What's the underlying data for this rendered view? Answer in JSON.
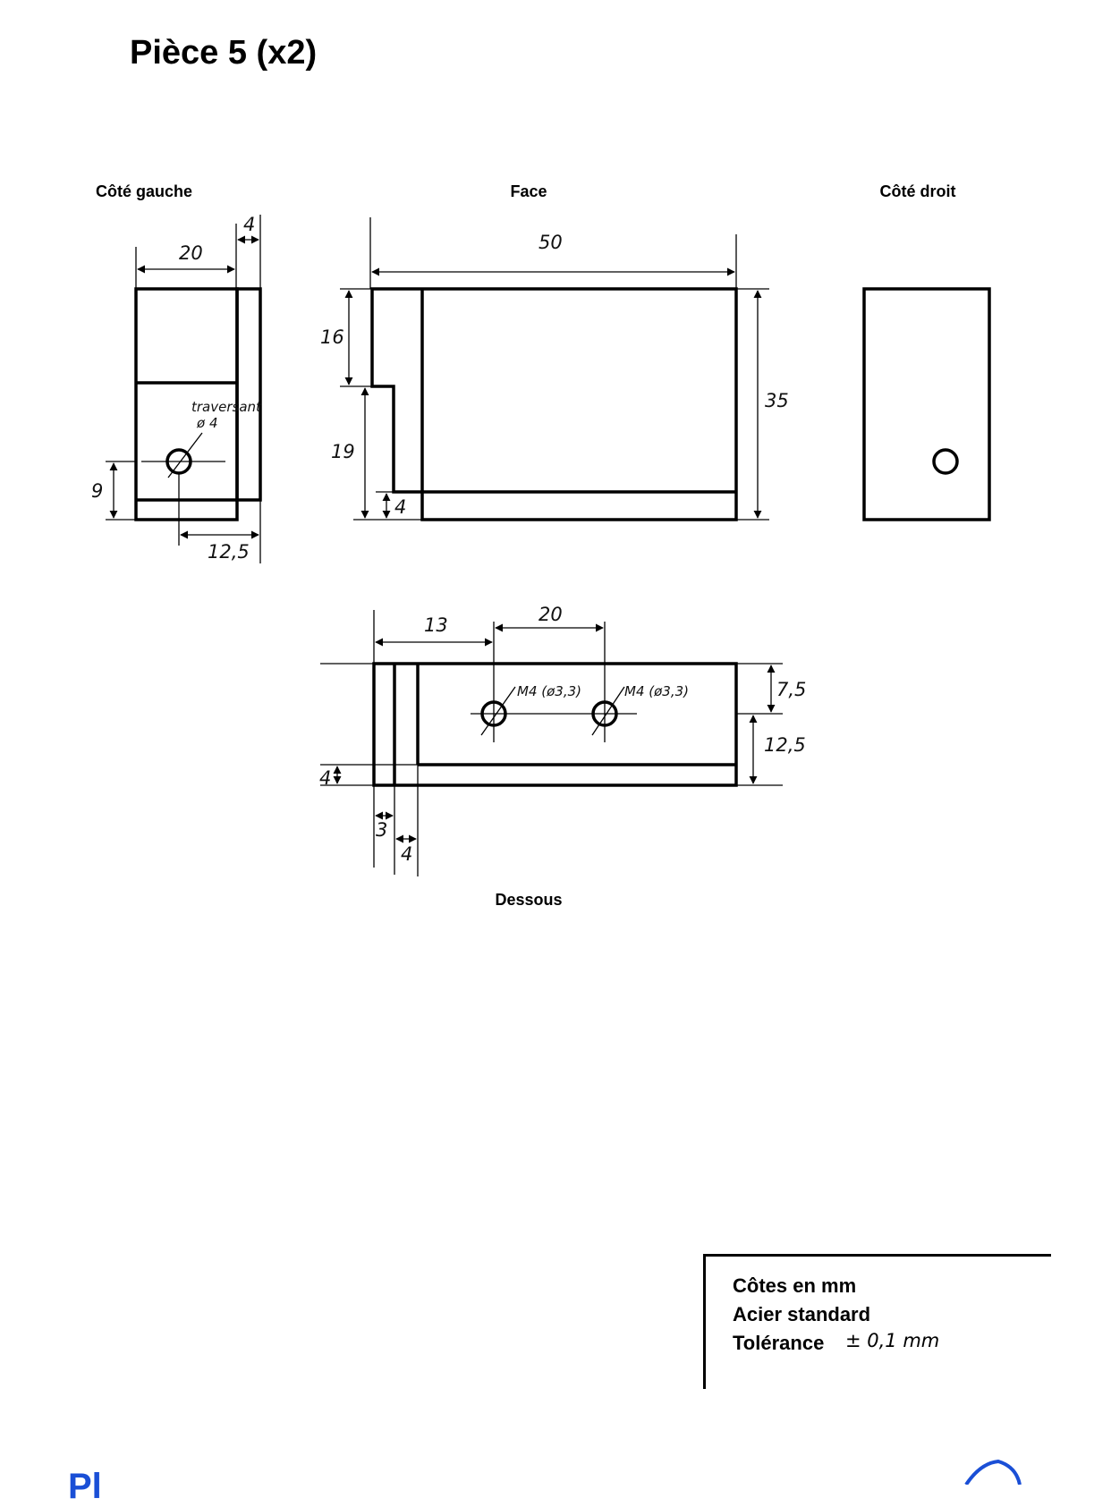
{
  "title": "Pièce 5 (x2)",
  "views": {
    "left": "Côté gauche",
    "face": "Face",
    "right": "Côté droit",
    "bottom": "Dessous"
  },
  "dimensions": {
    "left_width": "20",
    "left_thickness": "4",
    "left_hole_note_1": "traversant",
    "left_hole_note_2": "ø 4",
    "left_hole_height": "9",
    "left_hole_offset": "12,5",
    "face_length": "50",
    "face_height": "35",
    "face_notch": "16",
    "face_lower": "19",
    "face_base": "4",
    "bottom_hole_1_pos": "13",
    "bottom_hole_spacing": "20",
    "bottom_hole_1": "M4 (ø3,3)",
    "bottom_hole_2": "M4 (ø3,3)",
    "bottom_offset_top": "7,5",
    "bottom_offset_bottom": "12,5",
    "bottom_lip": "4",
    "bottom_wall_1": "3",
    "bottom_wall_2": "4"
  },
  "title_block": {
    "units": "Côtes en mm",
    "material": "Acier standard",
    "tolerance_label": "Tolérance",
    "tolerance_value": "± 0,1 mm"
  },
  "footer_text": "Pl"
}
